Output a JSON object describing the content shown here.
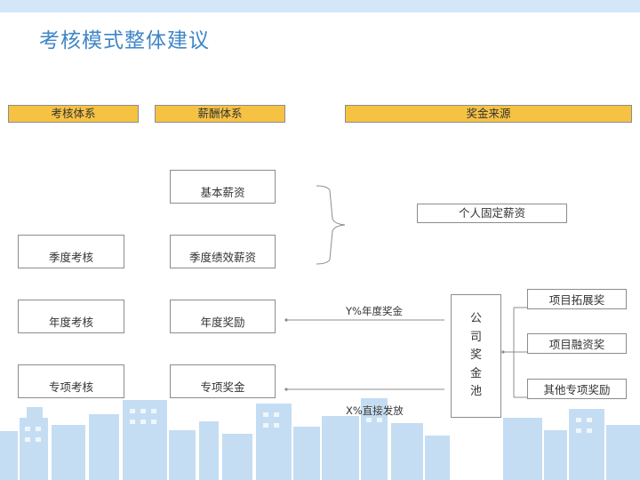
{
  "title": "考核模式整体建议",
  "headers": {
    "assessment": "考核体系",
    "pay": "薪酬体系",
    "bonus_source": "奖金来源"
  },
  "assessment": {
    "quarterly": "季度考核",
    "annual": "年度考核",
    "special": "专项考核"
  },
  "pay": {
    "base": "基本薪资",
    "quarterly_perf": "季度绩效薪资",
    "annual_bonus": "年度奖励",
    "special_bonus": "专项奖金"
  },
  "sources": {
    "fixed_salary": "个人固定薪资",
    "bonus_pool": "公司奖金池",
    "project_expansion": "项目拓展奖",
    "project_financing": "项目融资奖",
    "other_special": "其他专项奖励"
  },
  "flows": {
    "annual_pct": "Y%年度奖金",
    "special_pct": "X%直接发放"
  },
  "colors": {
    "title": "#3f86c6",
    "header_fill": "#f6c244",
    "skyline": "#c4ddf3",
    "top_band": "#d3e7f8"
  }
}
